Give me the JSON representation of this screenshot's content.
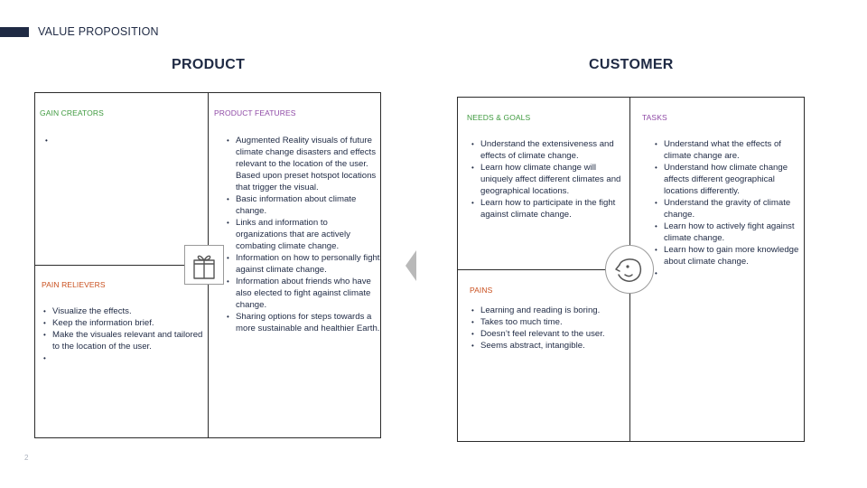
{
  "header": {
    "title": "VALUE PROPOSITION",
    "page_number": "2"
  },
  "product": {
    "title": "PRODUCT",
    "gain_creators": {
      "label": "GAIN CREATORS",
      "items": [
        ""
      ]
    },
    "product_features": {
      "label": "PRODUCT FEATURES",
      "items": [
        "Augmented Reality visuals of future climate change disasters and effects relevant to the location of the user. Based upon preset hotspot locations that trigger the visual.",
        "Basic information about climate change.",
        "Links and information to organizations that are actively combating climate change.",
        "Information on how to personally fight against climate change.",
        "Information about friends who have also elected to fight against climate change.",
        "Sharing options for steps towards a more sustainable and healthier Earth."
      ]
    },
    "pain_relievers": {
      "label": "PAIN RELIEVERS",
      "items": [
        "Visualize the effects.",
        "Keep the information brief.",
        "Make the visuales relevant and tailored to the location of the user.",
        ""
      ]
    }
  },
  "customer": {
    "title": "CUSTOMER",
    "needs_goals": {
      "label": "NEEDS & GOALS",
      "items": [
        "Understand the extensiveness and effects of climate change.",
        "Learn how  climate change will uniquely affect different climates and geographical locations.",
        "Learn how to participate in the fight against climate change."
      ]
    },
    "tasks": {
      "label": "TASKS",
      "items": [
        "Understand what the effects of climate change are.",
        "Understand how climate change affects different geographical locations differently.",
        "Understand the gravity of climate change.",
        "Learn how to actively fight against climate change.",
        "Learn how to gain more knowledge about climate change.",
        ""
      ]
    },
    "pains": {
      "label": "PAINS",
      "items": [
        "Learning and reading is boring.",
        "Takes too much time.",
        "Doesn’t feel relevant to the user.",
        "Seems abstract, intangible."
      ]
    }
  },
  "icons": {
    "product": "gift-icon",
    "customer": "face-icon",
    "arrow": "arrow-left-icon"
  }
}
